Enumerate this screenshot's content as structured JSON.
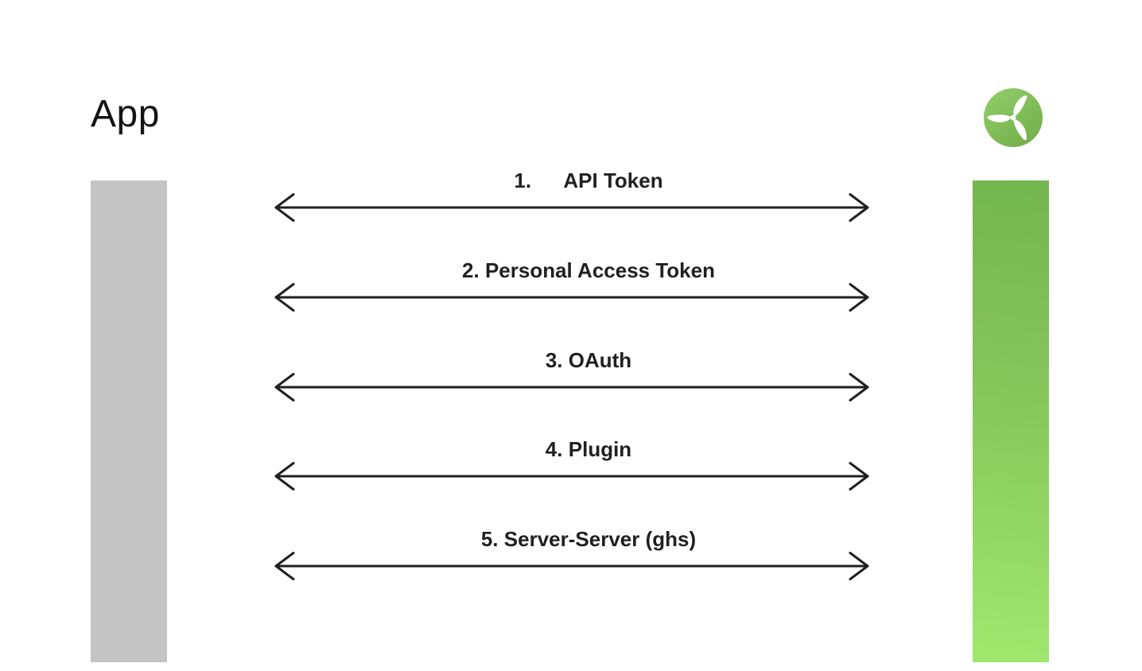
{
  "header": {
    "title": "App"
  },
  "logo": {
    "description": "green circle with white three-blade turbine propeller",
    "circle_color_top": "#93ce6a",
    "circle_color_bottom": "#74b14b",
    "blade_color": "#ffffff"
  },
  "bars": {
    "left_bar_color": "#c4c4c4",
    "right_bar_gradient_top": "#74b64e",
    "right_bar_gradient_bottom": "#9fe86d"
  },
  "arrows": {
    "stroke_color": "#221f1f",
    "items": [
      {
        "number": "1.",
        "label": "API Token"
      },
      {
        "number": "2.",
        "label": "Personal Access Token"
      },
      {
        "number": "3.",
        "label": "OAuth"
      },
      {
        "number": "4.",
        "label": "Plugin"
      },
      {
        "number": "5.",
        "label": "Server-Server (ghs)"
      }
    ]
  }
}
